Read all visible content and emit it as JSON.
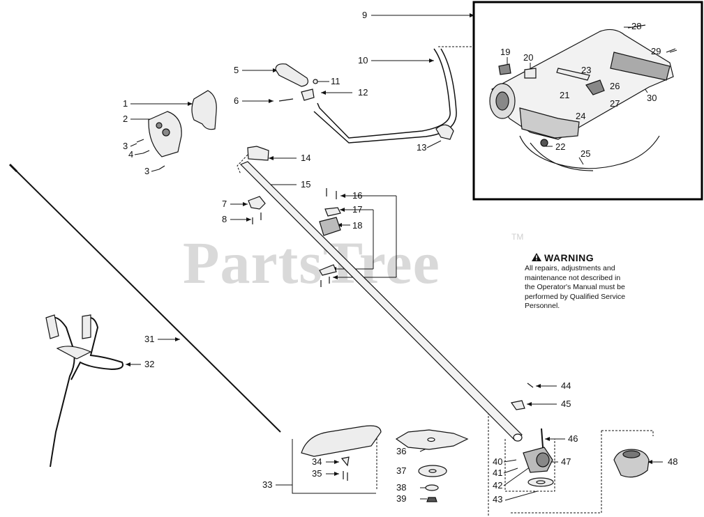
{
  "watermark": "PartsTree",
  "trademark": "TM",
  "warning": {
    "title": "WARNING",
    "lines": [
      "All repairs, adjustments and",
      "maintenance not described in",
      "the Operator's Manual must be",
      "performed by Qualified Service",
      "Personnel."
    ]
  },
  "callouts": [
    "1",
    "2",
    "3",
    "4",
    "5",
    "6",
    "7",
    "8",
    "9",
    "10",
    "11",
    "12",
    "13",
    "14",
    "15",
    "16",
    "17",
    "18",
    "19",
    "20",
    "21",
    "22",
    "23",
    "24",
    "25",
    "26",
    "27",
    "28",
    "29",
    "30",
    "31",
    "32",
    "33",
    "34",
    "35",
    "36",
    "37",
    "38",
    "39",
    "40",
    "41",
    "42",
    "43",
    "44",
    "45",
    "46",
    "47",
    "48"
  ],
  "colors": {
    "ink": "#111111",
    "watermark": "#d9d9d9",
    "part_fill": "#e6e6e6"
  }
}
